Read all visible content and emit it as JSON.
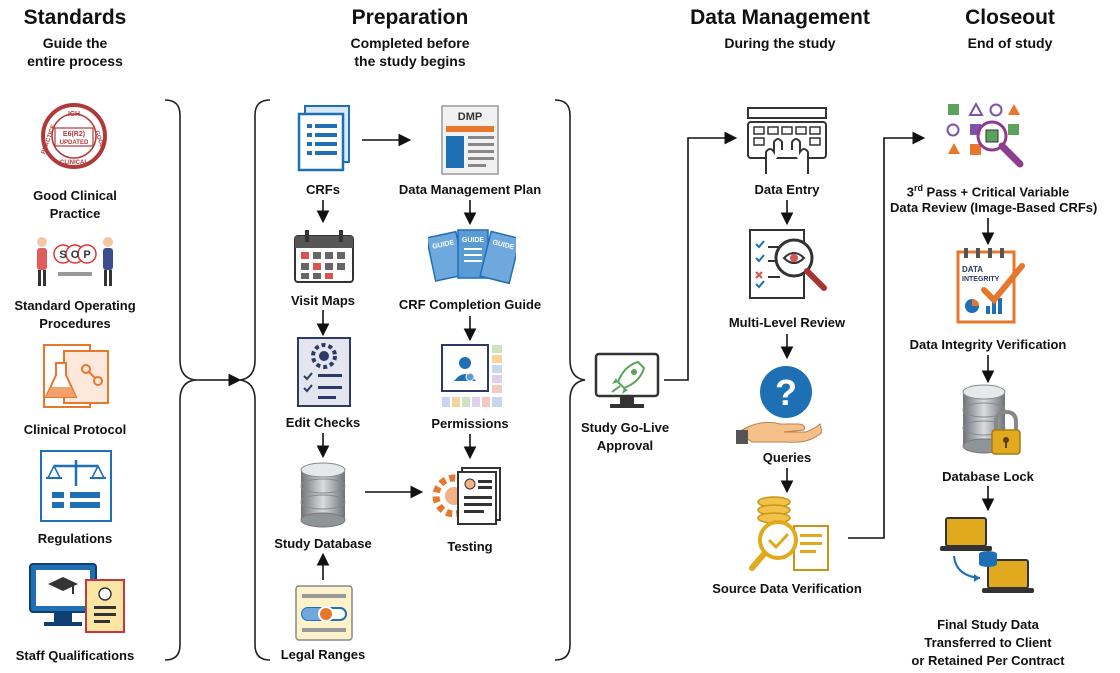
{
  "columns": {
    "standards": {
      "title": "Standards",
      "subtitle_1": "Guide the",
      "subtitle_2": "entire process"
    },
    "preparation": {
      "title": "Preparation",
      "subtitle_1": "Completed before",
      "subtitle_2": "the study begins"
    },
    "data_management": {
      "title": "Data Management",
      "subtitle_1": "During the study"
    },
    "closeout": {
      "title": "Closeout",
      "subtitle_1": "End of study"
    }
  },
  "standards": {
    "gcp_1": "Good Clinical",
    "gcp_2": "Practice",
    "gcp_seal": [
      "PRACTICE",
      "ICH",
      "GOOD",
      "CLINICAL",
      "E6(R2)",
      "UPDATED"
    ],
    "sop_1": "Standard Operating",
    "sop_2": "Procedures",
    "sop_letters": [
      "S",
      "O",
      "P"
    ],
    "protocol": "Clinical Protocol",
    "regulations": "Regulations",
    "staff": "Staff Qualifications"
  },
  "preparation": {
    "crfs": "CRFs",
    "dmp": "Data Management Plan",
    "dmp_doc": "DMP",
    "visit_maps": "Visit Maps",
    "crf_guide": "CRF Completion Guide",
    "guide_word": "GUIDE",
    "edit_checks": "Edit Checks",
    "permissions": "Permissions",
    "study_db": "Study Database",
    "testing": "Testing",
    "legal_ranges": "Legal Ranges"
  },
  "golive": {
    "line_1": "Study Go-Live",
    "line_2": "Approval"
  },
  "data_management": {
    "data_entry": "Data Entry",
    "multi_review": "Multi-Level Review",
    "queries": "Queries",
    "query_mark": "?",
    "sdv": "Source Data Verification"
  },
  "closeout": {
    "review_sup": "rd",
    "review_1_num": "3",
    "review_1": " Pass + Critical Variable",
    "review_2": "Data Review (Image-Based CRFs)",
    "integrity": "Data Integrity Verification",
    "integrity_doc_1": "DATA",
    "integrity_doc_2": "INTEGRITY",
    "db_lock": "Database Lock",
    "final_1": "Final Study Data",
    "final_2": "Transferred to Client",
    "final_3": "or Retained Per Contract"
  },
  "colors": {
    "arrow": "#111111",
    "blue": "#1f6fb5",
    "orange": "#e8772e",
    "red_seal": "#b03a3a",
    "gold": "#e0a91e",
    "gray_db": "#8f9499",
    "green": "#5aa35a",
    "purple": "#7b55a8"
  }
}
